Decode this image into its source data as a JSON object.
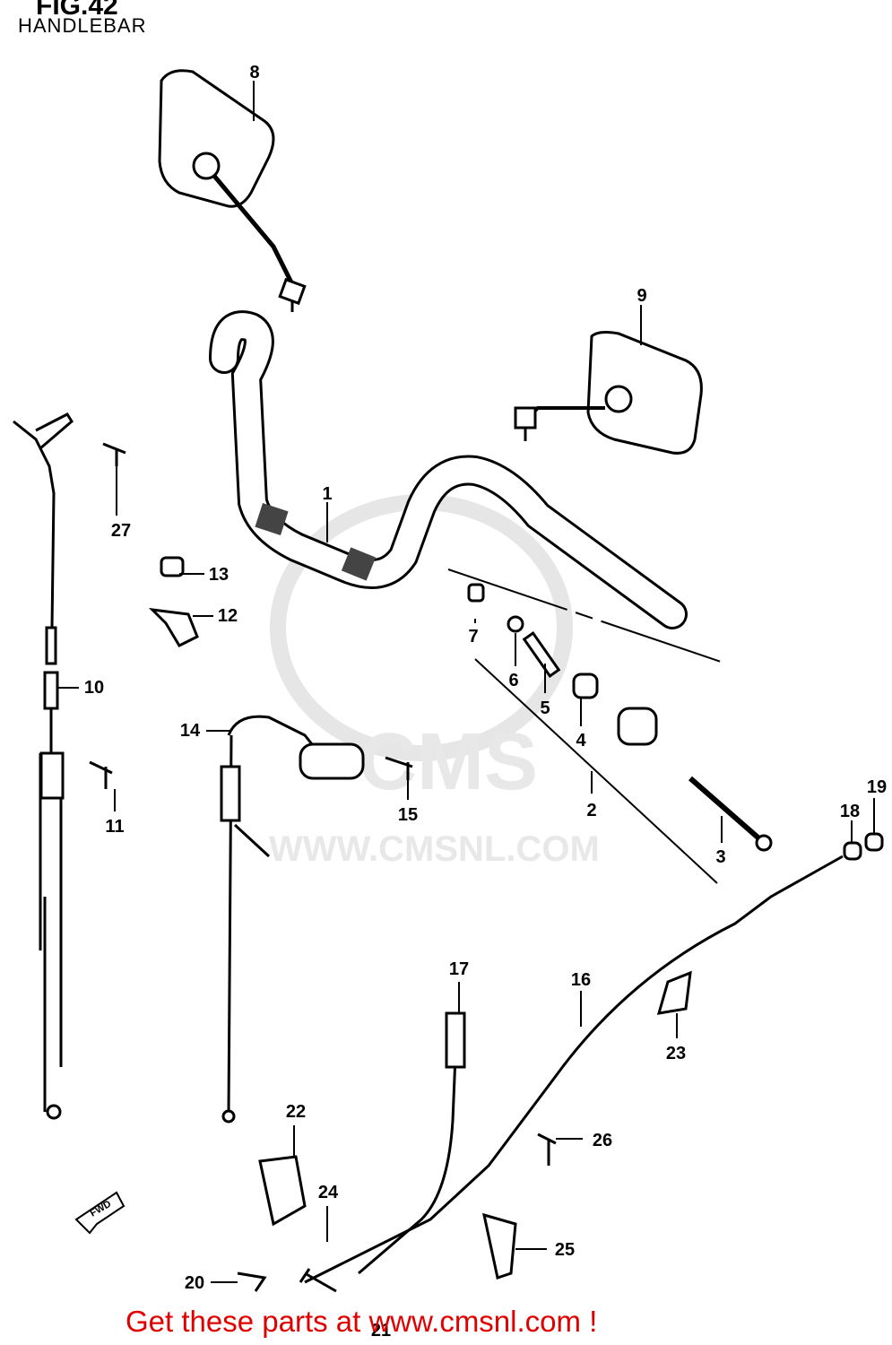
{
  "header": {
    "figure": "FIG.42",
    "title": "HANDLEBAR"
  },
  "watermark": {
    "logo_text": "CMS",
    "url_text": "WWW.CMSNL.COM"
  },
  "direction_marker": "FWD",
  "parts": [
    {
      "num": "1"
    },
    {
      "num": "2"
    },
    {
      "num": "3"
    },
    {
      "num": "4"
    },
    {
      "num": "5"
    },
    {
      "num": "6"
    },
    {
      "num": "7"
    },
    {
      "num": "8"
    },
    {
      "num": "9"
    },
    {
      "num": "10"
    },
    {
      "num": "11"
    },
    {
      "num": "12"
    },
    {
      "num": "13"
    },
    {
      "num": "14"
    },
    {
      "num": "15"
    },
    {
      "num": "16"
    },
    {
      "num": "17"
    },
    {
      "num": "18"
    },
    {
      "num": "19"
    },
    {
      "num": "20"
    },
    {
      "num": "21"
    },
    {
      "num": "22"
    },
    {
      "num": "23"
    },
    {
      "num": "24"
    },
    {
      "num": "25"
    },
    {
      "num": "26"
    },
    {
      "num": "27"
    }
  ],
  "footer": {
    "text": "Get these parts at www.cmsnl.com !",
    "color": "#e00000"
  }
}
